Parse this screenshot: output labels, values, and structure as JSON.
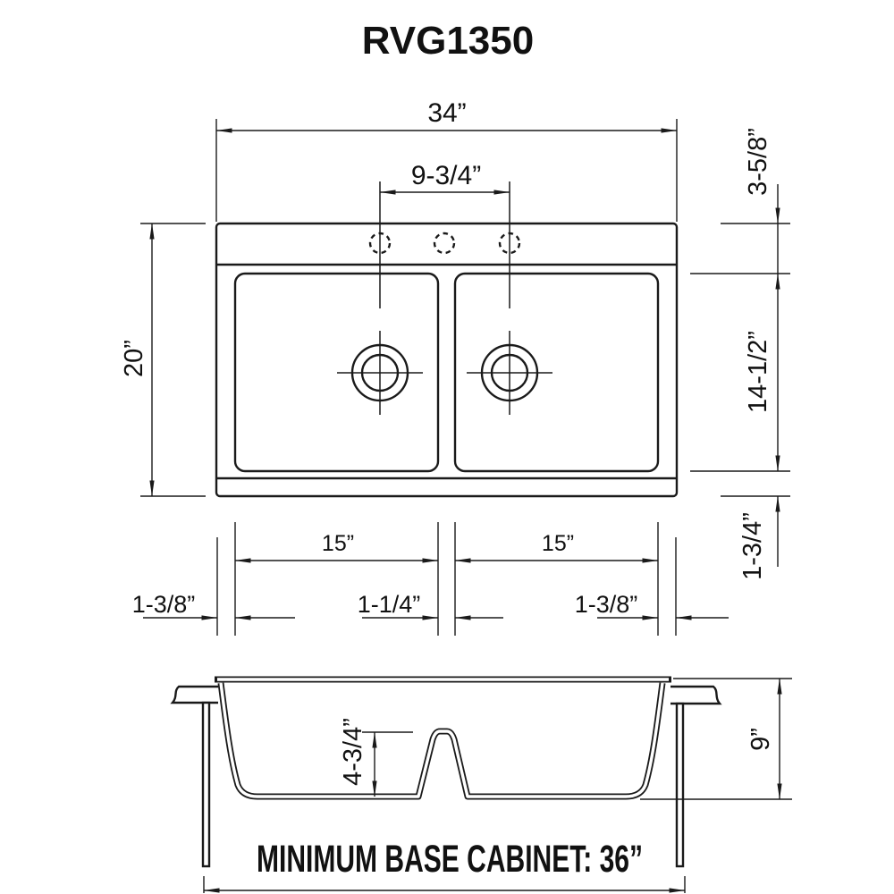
{
  "title": "RVG1350",
  "colors": {
    "line": "#1a1a1a",
    "background": "#ffffff"
  },
  "top_view": {
    "overall_width": "34”",
    "faucet_hole_spacing": "9-3/4”",
    "rim_to_bowl": "3-5/8”",
    "overall_depth": "20”",
    "bowl_front_to_back": "14-1/2”",
    "bowl_to_front_edge": "1-3/4”",
    "left_bowl_width": "15”",
    "right_bowl_width": "15”",
    "left_rim_width": "1-3/8”",
    "divider_width": "1-1/4”",
    "right_rim_width": "1-3/8”"
  },
  "section_view": {
    "divider_height": "4-3/4”",
    "bowl_height": "9”",
    "cabinet_note": "MINIMUM BASE CABINET: 36”"
  }
}
